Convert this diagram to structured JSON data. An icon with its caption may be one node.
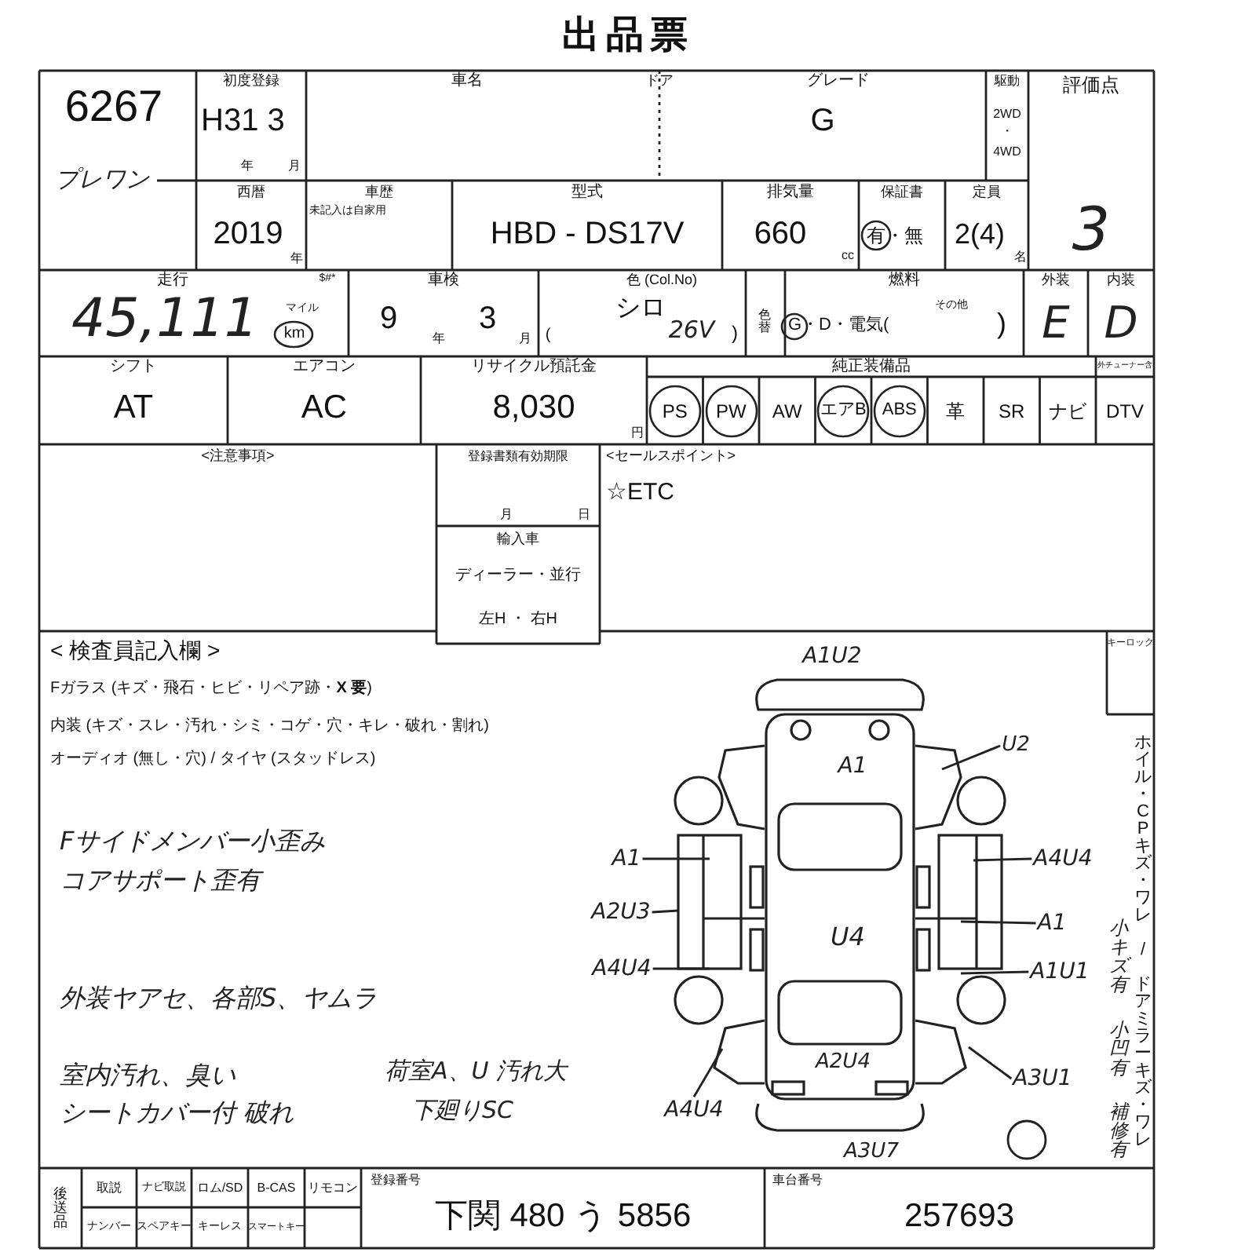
{
  "diagram": {
    "title": "出品票",
    "nodes": [
      {
        "text": [
          "A1"
        ]
      },
      {
        "text": [
          "A2U3"
        ]
      },
      {
        "text": [
          "A4U4"
        ]
      },
      {
        "text": [
          "U2"
        ]
      },
      {
        "text": [
          "A4U4"
        ]
      },
      {
        "text": [
          "A1"
        ]
      },
      {
        "text": [
          "A1U1"
        ]
      },
      {
        "text": [
          "A3U1"
        ]
      },
      {
        "text": [
          "A4U4"
        ]
      }
    ],
    "edges": [
      {
        "from": 0,
        "to": null,
        "arrow": "none"
      },
      {
        "from": 1,
        "to": null,
        "arrow": "none"
      },
      {
        "from": 2,
        "to": null,
        "arrow": "none"
      },
      {
        "from": 3,
        "to": null,
        "arrow": "none"
      },
      {
        "from": 4,
        "to": null,
        "arrow": "none"
      },
      {
        "from": 5,
        "to": null,
        "arrow": "none"
      },
      {
        "from": 6,
        "to": null,
        "arrow": "none"
      },
      {
        "from": 7,
        "to": null,
        "arrow": "none"
      },
      {
        "from": 8,
        "to": null,
        "arrow": "none"
      }
    ],
    "labels": [
      "6267",
      "プレワン",
      "初度登録",
      "H31 3",
      "年",
      "月",
      "車名",
      "ドア",
      "グレード",
      "G",
      "駆動",
      "2WD",
      "・",
      "4WD",
      "評価点",
      "西暦",
      "2019",
      "年",
      "車歴",
      "未記入は自家用",
      "型式",
      "HBD - DS17V",
      "排気量",
      "660",
      "cc",
      "保証書",
      "有・無",
      "定員",
      "2(4)",
      "名",
      "3",
      "走行",
      "$#*",
      "45,111",
      "マイル",
      "km",
      "車検",
      "9",
      "年",
      "3",
      "月",
      "(",
      "色 (Col.No)",
      "シロ",
      "26V",
      ")",
      "色替",
      "燃料",
      "G・D・電気(",
      "その他",
      ")",
      "外装",
      "内装",
      "E",
      "D",
      "シフト",
      "AT",
      "エアコン",
      "AC",
      "リサイクル預託金",
      "8,030",
      "円",
      "純正装備品",
      "外チューナー含",
      "PS",
      "PW",
      "AW",
      "エアB",
      "ABS",
      "革",
      "SR",
      "ナビ",
      "DTV",
      "<注意事項>",
      "登録書類有効期限",
      "月",
      "日",
      "<セールスポイント>",
      "☆ETC",
      "輸入車",
      "ディーラー・並行",
      "左H ・ 右H",
      "< 検査員記入欄 >",
      "Fガラス (キズ・飛石・ヒビ・リペア跡・**X 要**)",
      "内装 (キズ・スレ・汚れ・シミ・コゲ・穴・キレ・破れ・割れ)",
      "オーディオ (無し・穴) / タイヤ (スタッドレス)",
      "Fサイドメンバー小歪み",
      "コアサポート歪有",
      "外装ヤアセ、各部S、ヤムラ",
      "室内汚れ、臭い",
      "シートカバー付 破れ",
      "荷室A、U 汚れ大",
      "下廻りSC",
      "キーロック",
      "ホイル・CPキズ・ワレ / ドアミラーキズ・ワレ",
      "小キズ有",
      "小凹有",
      "補修有",
      "A1U2",
      "A1",
      "U4",
      "A2U4",
      "A3U7",
      "後送品",
      "取説",
      "ナビ取説",
      "ロム/SD",
      "B-CAS",
      "リモコン",
      "ナンバー",
      "スペアキー",
      "キーレス",
      "スマートキー",
      "登録番号",
      "下関 480 う 5856",
      "車台番号",
      "257693"
    ]
  }
}
